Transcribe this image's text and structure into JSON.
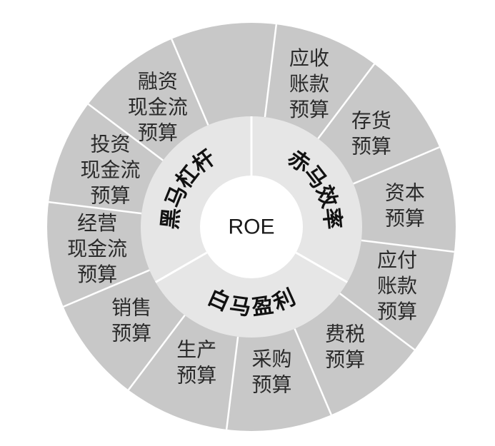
{
  "center": {
    "label": "ROE"
  },
  "middle": [
    {
      "id": "red",
      "label": "赤马效率"
    },
    {
      "id": "white",
      "label": "白马盈利"
    },
    {
      "id": "black",
      "label": "黑马杠杆"
    }
  ],
  "outer": [
    {
      "id": "receivables",
      "lines": [
        "应收",
        "账款",
        "预算"
      ]
    },
    {
      "id": "inventory",
      "lines": [
        "存货",
        "预算"
      ]
    },
    {
      "id": "capital",
      "lines": [
        "资本",
        "预算"
      ]
    },
    {
      "id": "payables",
      "lines": [
        "应付",
        "账款",
        "预算"
      ]
    },
    {
      "id": "tax",
      "lines": [
        "费税",
        "预算"
      ]
    },
    {
      "id": "procurement",
      "lines": [
        "采购",
        "预算"
      ]
    },
    {
      "id": "production",
      "lines": [
        "生产",
        "预算"
      ]
    },
    {
      "id": "sales",
      "lines": [
        "销售",
        "预算"
      ]
    },
    {
      "id": "operating_cf",
      "lines": [
        "经营",
        "现金流",
        "预算"
      ]
    },
    {
      "id": "investing_cf",
      "lines": [
        "投资",
        "现金流",
        "预算"
      ]
    },
    {
      "id": "financing_cf",
      "lines": [
        "融资",
        "现金流",
        "预算"
      ]
    }
  ],
  "colors": {
    "outer_ring": "#c8c8c8",
    "middle_ring": "#e6e6e6",
    "center": "#ffffff",
    "divider": "#ffffff"
  }
}
